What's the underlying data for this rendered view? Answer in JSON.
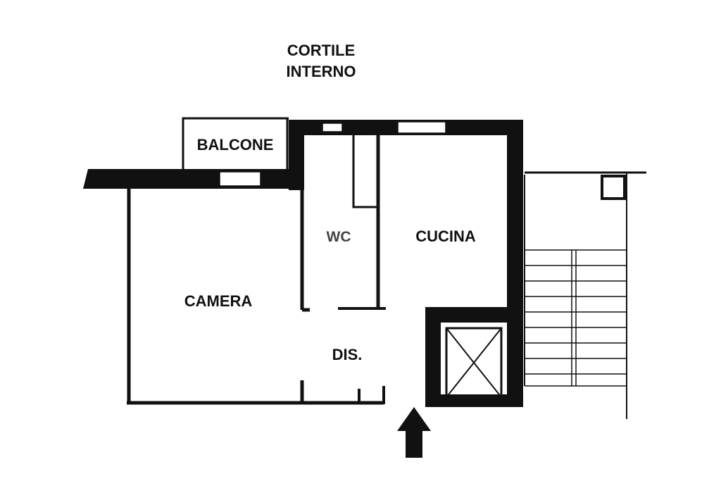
{
  "labels": {
    "courtyard_line1": "CORTILE",
    "courtyard_line2": "INTERNO",
    "balcony": "BALCONE",
    "wc": "WC",
    "kitchen": "CUCINA",
    "bedroom": "CAMERA",
    "hallway": "DIS."
  },
  "colors": {
    "wall": "#111111",
    "background": "#ffffff"
  },
  "icons": {
    "entrance": "arrow-up-icon",
    "elevator": "elevator-shaft-icon"
  }
}
